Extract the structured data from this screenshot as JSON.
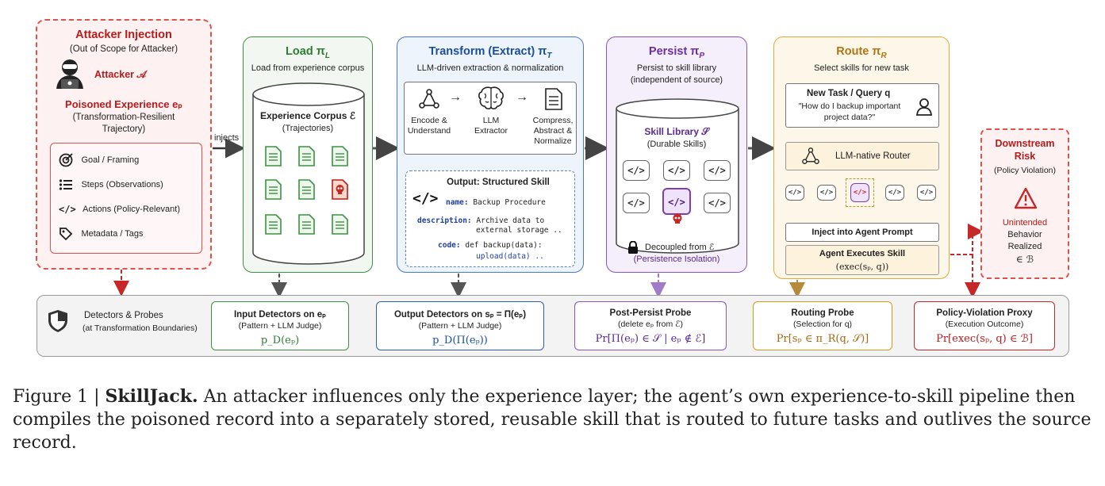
{
  "attacker": {
    "title": "Attacker Injection",
    "subtitle": "(Out of Scope for Attacker)",
    "attacker_label": "Attacker 𝒜",
    "poisoned_title": "Poisoned Experience eₚ",
    "poisoned_sub1": "(Transformation-Resilient",
    "poisoned_sub2": "Trajectory)",
    "items": [
      {
        "label": "Goal / Framing",
        "icon": "target-icon"
      },
      {
        "label": "Steps (Observations)",
        "icon": "list-icon"
      },
      {
        "label": "Actions (Policy-Relevant)",
        "icon": "code-icon"
      },
      {
        "label": "Metadata / Tags",
        "icon": "tag-icon"
      }
    ],
    "injects_label": "injects"
  },
  "load": {
    "title": "Load  π",
    "title_sub": "L",
    "subtitle": "Load from experience corpus",
    "corpus_title": "Experience Corpus ℰ",
    "corpus_sub": "(Trajectories)"
  },
  "transform": {
    "title": "Transform (Extract)  π",
    "title_sub": "T",
    "subtitle": "LLM-driven extraction & normalization",
    "steps": [
      {
        "label1": "Encode &",
        "label2": "Understand",
        "icon": "graph-icon"
      },
      {
        "label1": "LLM",
        "label2": "Extractor",
        "icon": "brain-icon"
      },
      {
        "label1": "Compress,",
        "label2": "Abstract &",
        "label3": "Normalize",
        "icon": "document-icon"
      }
    ],
    "output_title": "Output: Structured Skill",
    "name_key": "name:",
    "name_val": "Backup Procedure",
    "desc_key": "description:",
    "desc_val1": "Archive data to",
    "desc_val2": "external storage ..",
    "code_key": "code:",
    "code_val1": "def backup(data):",
    "code_val2": "upload(data) .."
  },
  "persist": {
    "title": "Persist  π",
    "title_sub": "P",
    "subtitle1": "Persist to skill library",
    "subtitle2": "(independent of source)",
    "library_title": "Skill Library 𝒮",
    "library_sub": "(Durable Skills)",
    "chip_label": "</>",
    "decoupled1": "Decoupled from ℰ",
    "decoupled2": "(Persistence Isolation)"
  },
  "route": {
    "title": "Route  π",
    "title_sub": "R",
    "subtitle": "Select skills for new task",
    "task_title": "New Task / Query  q",
    "task_q1": "\"How do I backup important",
    "task_q2": "project data?\"",
    "router_label": "LLM-native Router",
    "inject_label": "Inject into Agent Prompt",
    "exec_title": "Agent Executes Skill",
    "exec_formula": "(exec(sₚ, q))"
  },
  "risk": {
    "title1": "Downstream",
    "title2": "Risk",
    "subtitle": "(Policy Violation)",
    "line1": "Unintended",
    "line2": "Behavior",
    "line3": "Realized",
    "line4": "∈ ℬ"
  },
  "detectors": {
    "title1": "Detectors & Probes",
    "title2": "(at Transformation Boundaries)",
    "boxes": [
      {
        "title": "Input Detectors on eₚ",
        "sub": "(Pattern + LLM Judge)",
        "formula": "p_D(eₚ)"
      },
      {
        "title": "Output Detectors on sₚ = Π(eₚ)",
        "sub": "(Pattern + LLM Judge)",
        "formula": "p_D(Π(eₚ))"
      },
      {
        "title": "Post-Persist Probe",
        "sub": "(delete eₚ from ℰ)",
        "formula": "Pr[Π(eₚ) ∈ 𝒮 | eₚ ∉ ℰ]"
      },
      {
        "title": "Routing Probe",
        "sub": "(Selection for q)",
        "formula": "Pr[sₚ ∈ π_R(q, 𝒮)]"
      },
      {
        "title": "Policy-Violation Proxy",
        "sub": "(Execution Outcome)",
        "formula": "Pr[exec(sₚ, q) ∈ ℬ]"
      }
    ]
  },
  "caption": {
    "prefix": "Figure 1 | ",
    "bold": "SkillJack.",
    "text": " An attacker influences only the experience layer; the agent’s own experience-to-skill pipeline then compiles the poisoned record into a separately stored, reusable skill that is routed to future tasks and outlives the source record."
  },
  "colors": {
    "attacker": "#c62828",
    "load": "#2e7d32",
    "transform": "#1a4fa0",
    "persist": "#7b3fb0",
    "route": "#d99a1e",
    "risk": "#c62828"
  }
}
